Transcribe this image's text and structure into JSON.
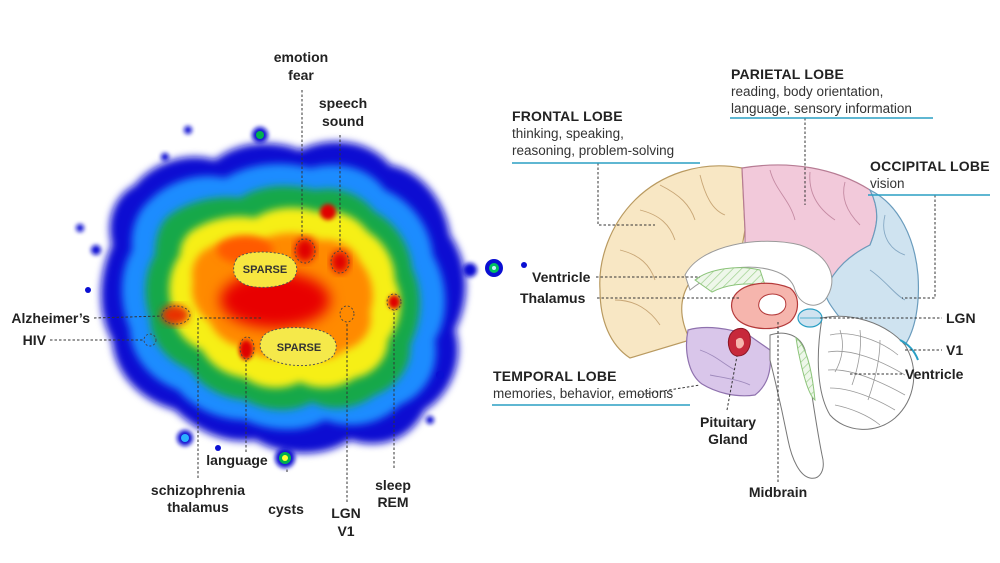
{
  "heatmap": {
    "regions": [
      "SPARSE",
      "SPARSE"
    ],
    "labels": {
      "emotion": "emotion",
      "fear": "fear",
      "speech": "speech",
      "sound": "sound",
      "alzheimers": "Alzheimer’s",
      "hiv": "HIV",
      "language": "language",
      "schizophrenia": "schizophrenia",
      "thalamus": "thalamus",
      "cysts": "cysts",
      "lgn": "LGN",
      "v1": "V1",
      "sleep": "sleep",
      "rem": "REM"
    },
    "colors": [
      "#0000c8",
      "#0a7bff",
      "#00b050",
      "#ffff00",
      "#ff8000",
      "#e00000"
    ]
  },
  "brain": {
    "lobes": {
      "frontal": {
        "title": "FRONTAL LOBE",
        "desc": [
          "thinking, speaking,",
          "reasoning, problem-solving"
        ],
        "color": "#f8e7c4"
      },
      "parietal": {
        "title": "PARIETAL LOBE",
        "desc": [
          "reading, body orientation,",
          "language, sensory information"
        ],
        "color": "#f2c9da"
      },
      "occipital": {
        "title": "OCCIPITAL LOBE",
        "desc": [
          "vision"
        ],
        "color": "#cfe3f0"
      },
      "temporal": {
        "title": "TEMPORAL LOBE",
        "desc": [
          "memories, behavior, emotions"
        ],
        "color": "#d9c6ea"
      }
    },
    "structures": {
      "ventricle_left": "Ventricle",
      "thalamus": "Thalamus",
      "lgn": "LGN",
      "v1": "V1",
      "ventricle_right": "Ventricle",
      "pituitary": "Pituitary",
      "gland": "Gland",
      "midbrain": "Midbrain"
    },
    "accent": "#2a9fc4"
  }
}
